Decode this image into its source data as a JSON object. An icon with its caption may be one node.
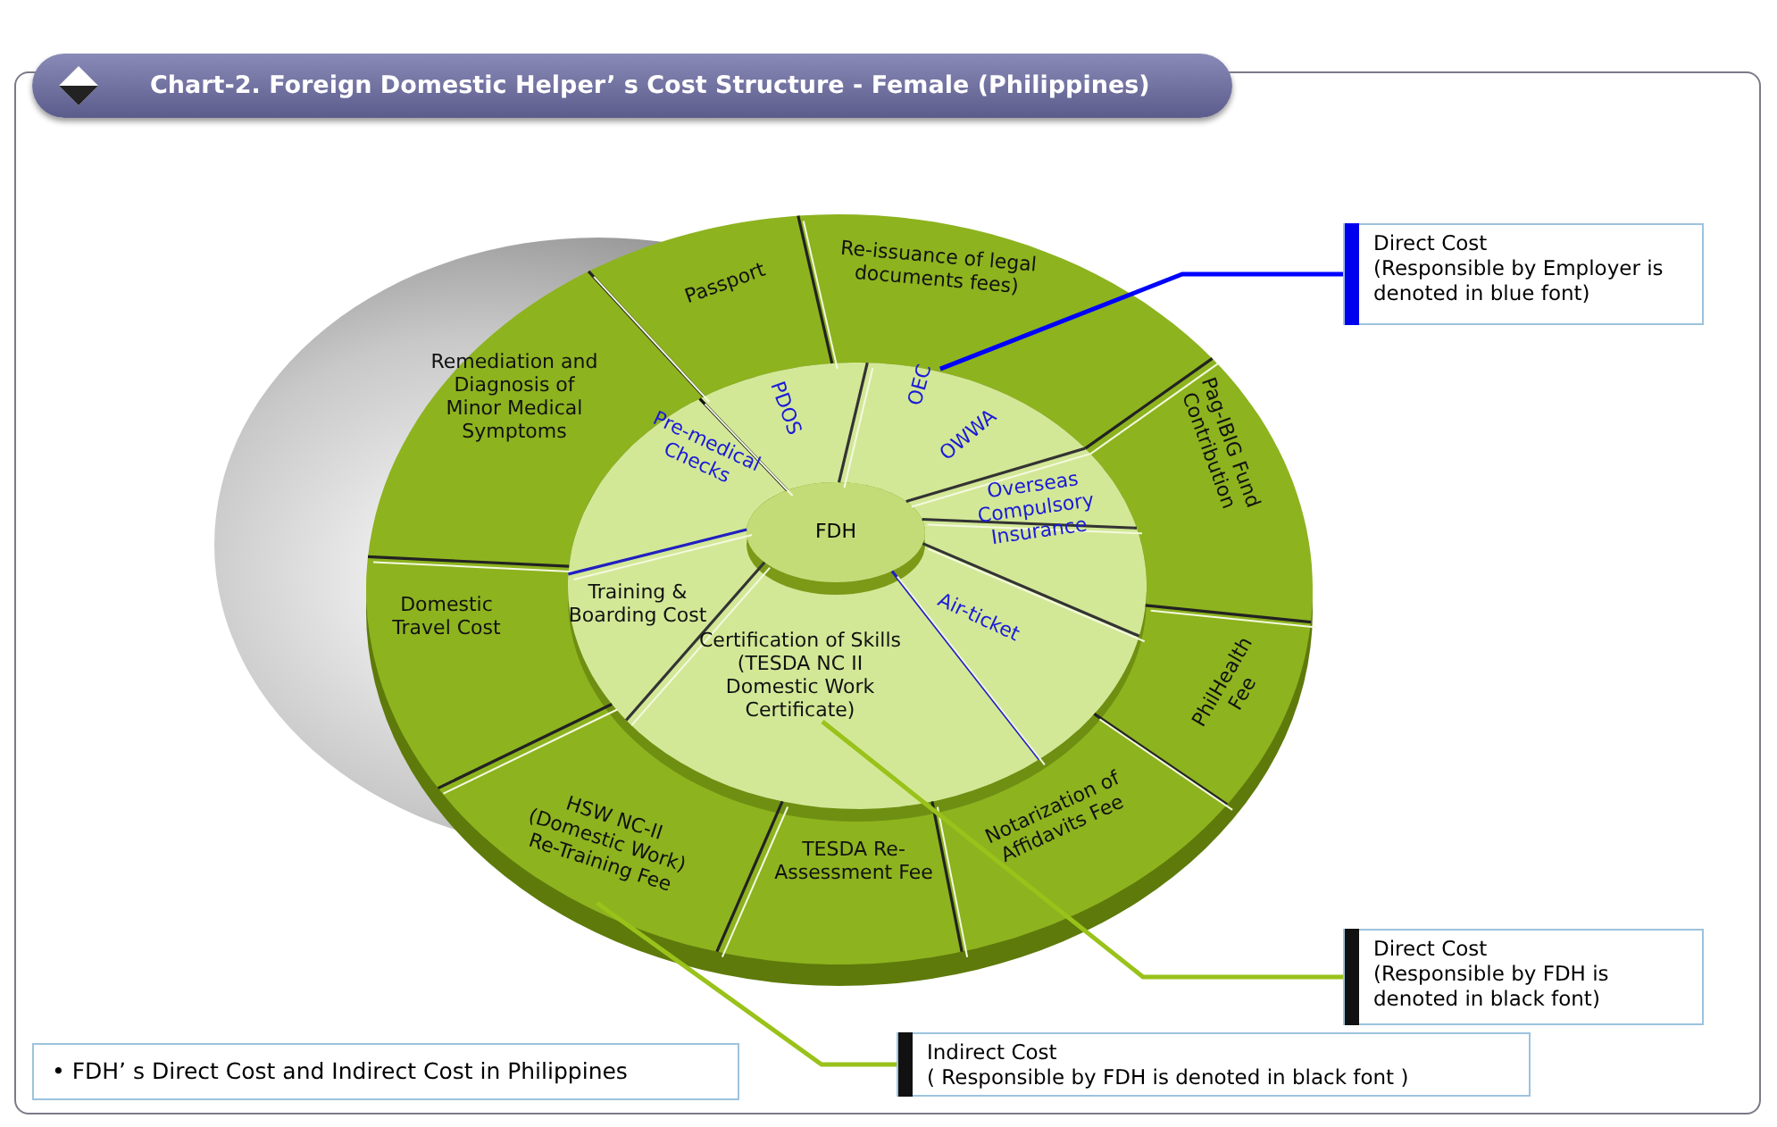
{
  "diagram": {
    "title": "Chart-2. Foreign Domestic Helper’ s Cost Structure - Female (Philippines)",
    "nodes": [
      {
        "text": [
          "FDH"
        ]
      },
      {
        "text": [
          "PDOS"
        ]
      },
      {
        "text": [
          "OEC"
        ]
      },
      {
        "text": [
          "OWWA"
        ]
      },
      {
        "text": [
          "Overseas Compulsory Insurance"
        ]
      },
      {
        "text": [
          "Air-ticket"
        ]
      },
      {
        "text": [
          "Certification of Skills (TESDA NC II Domestic Work Certificate)"
        ]
      },
      {
        "text": [
          "Training & Boarding Cost"
        ]
      },
      {
        "text": [
          "Pre-medical Checks"
        ]
      },
      {
        "text": [
          "Passport"
        ]
      },
      {
        "text": [
          "Re-issuance of legal documents fees)"
        ]
      },
      {
        "text": [
          "Pag-IBIG Fund Contribution"
        ]
      },
      {
        "text": [
          "PhilHealth Fee"
        ]
      },
      {
        "text": [
          "Notarization of Affidavits Fee"
        ]
      },
      {
        "text": [
          "TESDA Re-Assessment Fee"
        ]
      },
      {
        "text": [
          "HSW NC-II (Domestic Work) Re-Training Fee"
        ]
      },
      {
        "text": [
          "Domestic Travel Cost"
        ]
      },
      {
        "text": [
          "Remediation and Diagnosis of Minor Medical Symptoms"
        ]
      },
      {
        "text": [
          "Direct Cost",
          "(Responsible by Employer is denoted in blue font)"
        ]
      },
      {
        "text": [
          "Direct Cost",
          "(Responsible by FDH is denoted in black font)"
        ]
      },
      {
        "text": [
          "Indirect Cost",
          "( Responsible by FDH is denoted in black font )"
        ]
      },
      {
        "text": [
          "• FDH’ s Direct Cost and Indirect Cost in Philippines"
        ]
      }
    ],
    "edges": [
      {
        "from": 18,
        "to": 2,
        "arrow": "none",
        "color": "#0000ff"
      },
      {
        "from": 19,
        "to": 6,
        "arrow": "none"
      },
      {
        "from": 20,
        "to": 15,
        "arrow": "none"
      }
    ]
  }
}
